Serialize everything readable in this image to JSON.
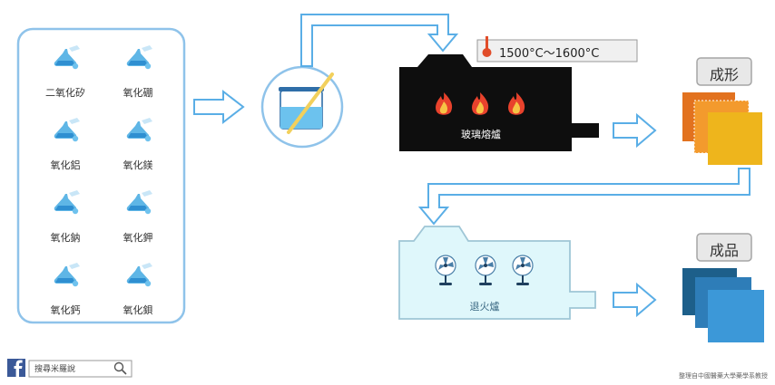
{
  "ingredients": [
    "二氧化矽",
    "氧化硼",
    "氧化鋁",
    "氧化鎂",
    "氧化鈉",
    "氧化鉀",
    "氧化鈣",
    "氧化鋇"
  ],
  "melting_furnace": {
    "temperature": "1500°C～1600°C",
    "label": "玻璃熔爐"
  },
  "annealing_oven": {
    "label": "退火爐"
  },
  "steps": {
    "forming": "成形",
    "product": "成品"
  },
  "footer": {
    "search_text": "搜尋米羅說",
    "credit": "整理自中國醫藥大學藥學系教授"
  },
  "colors": {
    "panel_border": "#8fc3ea",
    "arrow": "#5aaee6",
    "furnace": "#0e0e0e",
    "oven": "#dff7fb",
    "facebook": "#3b5998"
  }
}
